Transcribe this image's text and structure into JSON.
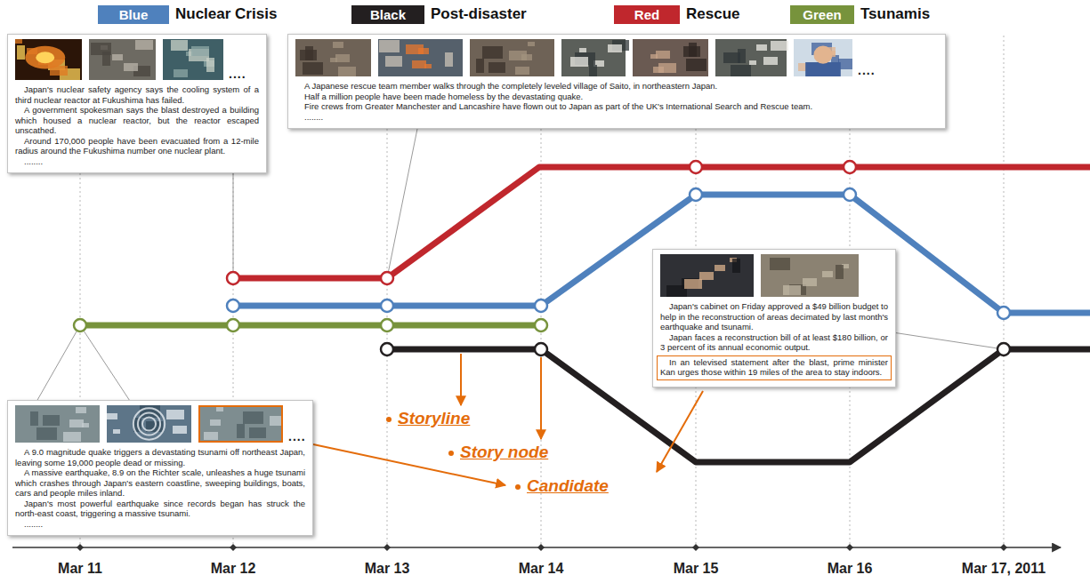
{
  "diagram": {
    "nodes": [
      {
        "text": [
          "....",
          "Japan's nuclear safety agency says the cooling system of a third nuclear reactor at Fukushima has failed.",
          "A government spokesman says the blast destroyed a building which housed a nuclear reactor, but the reactor escaped unscathed.",
          "Around 170,000 people have been evacuated from a 12-mile radius around the Fukushima number one nuclear plant.",
          "........"
        ]
      },
      {
        "text": [
          "....",
          "A Japanese rescue team member walks through the completely leveled village of Saito, in northeastern Japan.",
          "Half a million people have been made homeless by the devastating quake.",
          "Fire crews from Greater Manchester and Lancashire have flown out to Japan as part of the UK's International Search and Rescue team.",
          "........"
        ]
      },
      {
        "text": [
          "Japan's cabinet on Friday approved a $49 billion budget to help in the reconstruction of areas decimated by last month's earthquake and tsunami.",
          "Japan faces a reconstruction bill of at least $180 billion, or 3 percent of its annual economic output."
        ]
      },
      {
        "text": [
          "In an televised statement after the blast, prime minister Kan urges those within 19 miles of the area to stay indoors."
        ],
        "in": 2
      },
      {
        "text": [
          "....",
          "A 9.0 magnitude quake triggers a devastating tsunami off northeast Japan, leaving some 19,000 people dead or missing.",
          "A massive earthquake, 8.9 on the Richter scale, unleashes a huge tsunami which crashes through Japan's eastern coastline, sweeping buildings, boats, cars and people miles inland.",
          "Japan's most powerful earthquake since records began has struck the north-east coast, triggering a massive tsunami.",
          "........"
        ]
      }
    ],
    "labels": [
      "Blue",
      "Black",
      "Red",
      "Green",
      "Storyline",
      "Story node",
      "Candidate",
      "Mar 11",
      "Mar 12",
      "Mar 13",
      "Mar 14",
      "Mar 15",
      "Mar 16",
      "Mar 17, 2011"
    ],
    "legend": [
      {
        "text": "Nuclear Crisis",
        "color": "#4f81bd"
      },
      {
        "text": "Post-disaster",
        "color": "#231f20"
      },
      {
        "text": "Rescue",
        "color": "#c0272d"
      },
      {
        "text": "Tsunamis",
        "color": "#77933c"
      }
    ]
  }
}
